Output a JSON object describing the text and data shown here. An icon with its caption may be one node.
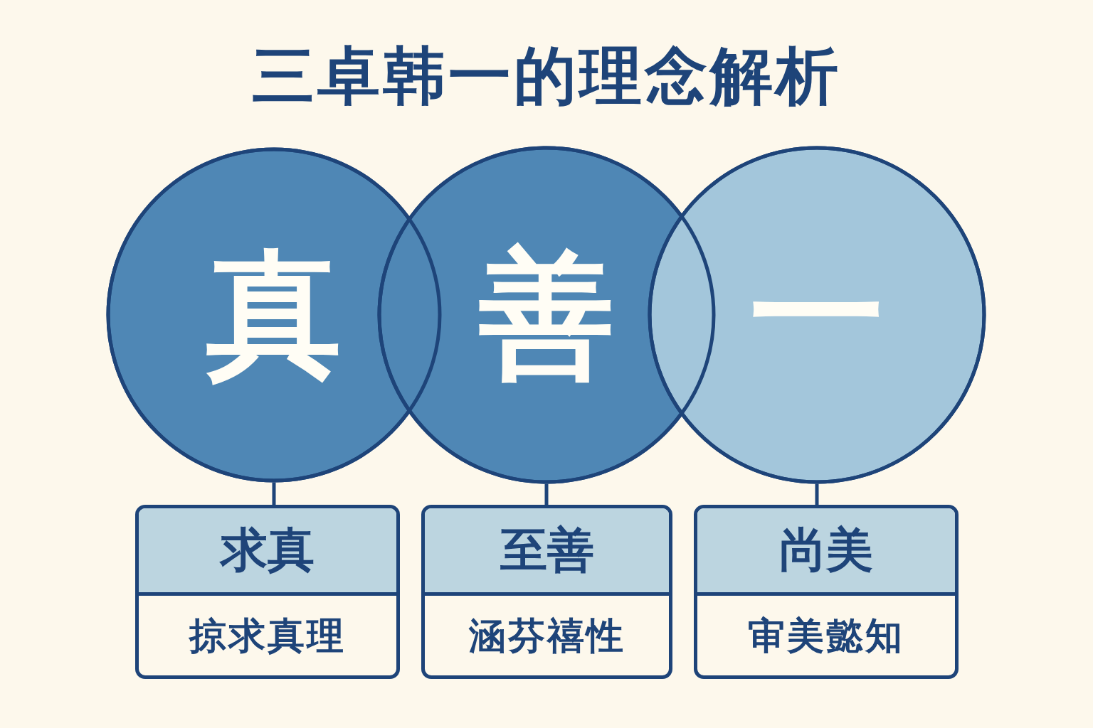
{
  "diagram": {
    "title": "三卓韩一的理念解析",
    "nodes": [
      {
        "text": [
          "真"
        ]
      },
      {
        "text": [
          "善"
        ]
      },
      {
        "text": [
          "一"
        ]
      },
      {
        "text": [
          "求真",
          "掠求真理"
        ]
      },
      {
        "text": [
          "至善",
          "涵芬禧性"
        ]
      },
      {
        "text": [
          "尚美",
          "审美懿知"
        ]
      }
    ],
    "edges": [
      {
        "from": 0,
        "to": 3,
        "arrow": "none"
      },
      {
        "from": 1,
        "to": 4,
        "arrow": "none"
      },
      {
        "from": 2,
        "to": 5,
        "arrow": "none"
      }
    ]
  }
}
